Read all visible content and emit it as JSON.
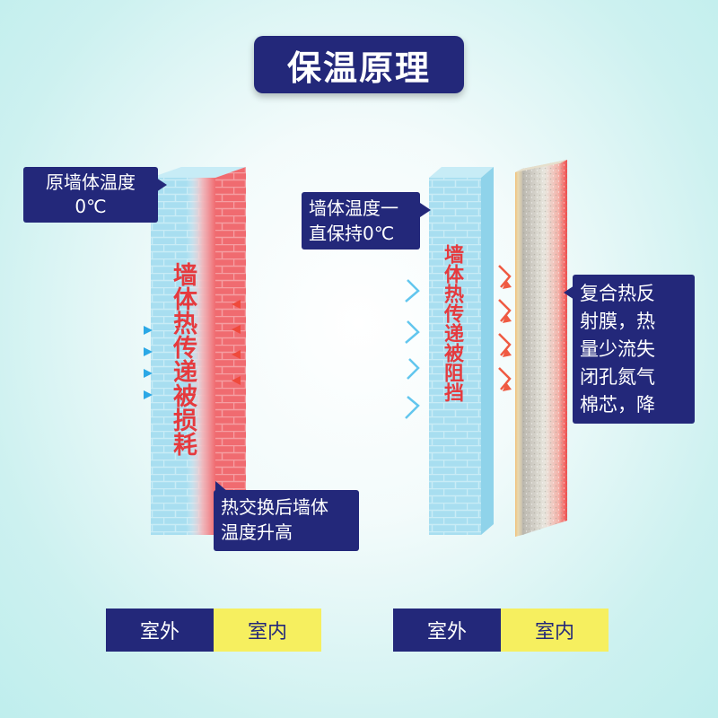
{
  "title": "保温原理",
  "left_panel": {
    "callout_top": "原墙体温度\n0℃",
    "wall_text": "墙体热传递被损耗",
    "callout_bottom": "热交换后墙体\n温度升高",
    "legend_outside": "室外",
    "legend_inside": "室内"
  },
  "right_panel": {
    "callout_top": "墙体温度一\n直保持0℃",
    "wall_text": "墙体热传递被阻挡",
    "callout_right": "复合热反\n射膜，热\n量少流失\n闭孔氮气\n棉芯，降",
    "legend_outside": "室外",
    "legend_inside": "室内"
  },
  "colors": {
    "navy": "#23287a",
    "brick_blue": "#a8def0",
    "brick_red": "#f0686c",
    "legend_yellow": "#f6ef5f",
    "text_red": "#e53a3e"
  }
}
